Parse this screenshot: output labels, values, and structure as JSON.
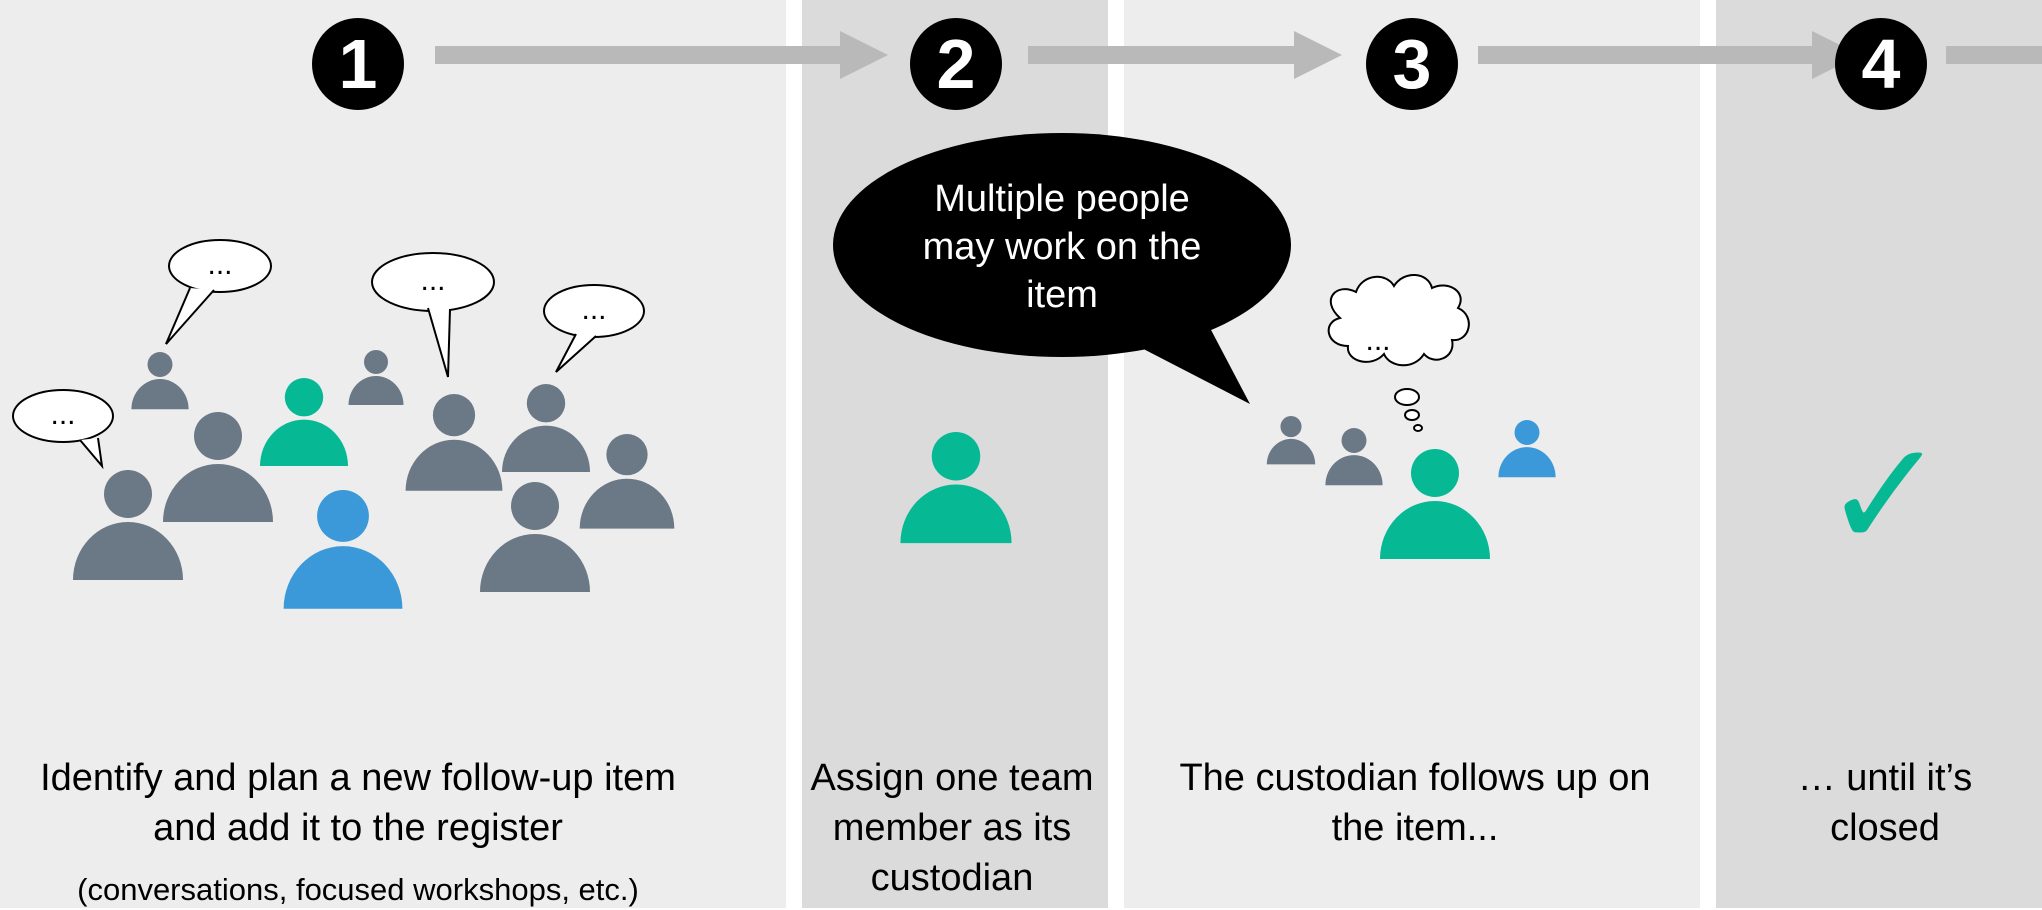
{
  "colors": {
    "panel_light": "#ededed",
    "panel_dark": "#dbdbdb",
    "arrow": "#b9b9b9",
    "person_gray": "#6b7886",
    "person_green": "#06b894",
    "person_blue": "#3b99d9",
    "badge": "#000000"
  },
  "steps": [
    {
      "number": "1",
      "caption": "Identify and plan a new follow-up item and add it to the register",
      "sub_caption": "(conversations, focused workshops, etc.)"
    },
    {
      "number": "2",
      "caption": "Assign one team member as its custodian"
    },
    {
      "number": "3",
      "caption": "The custodian follows up on the item...",
      "callout": "Multiple people may work on the item",
      "thought": "..."
    },
    {
      "number": "4",
      "caption": "… until it’s closed",
      "check": "✓"
    }
  ],
  "speech_bubbles": [
    "...",
    "...",
    "...",
    "..."
  ],
  "icons": {
    "arrow": "arrow-right-icon",
    "person": "person-icon",
    "speech": "speech-bubble-icon",
    "thought": "thought-bubble-icon",
    "check": "checkmark-icon"
  }
}
